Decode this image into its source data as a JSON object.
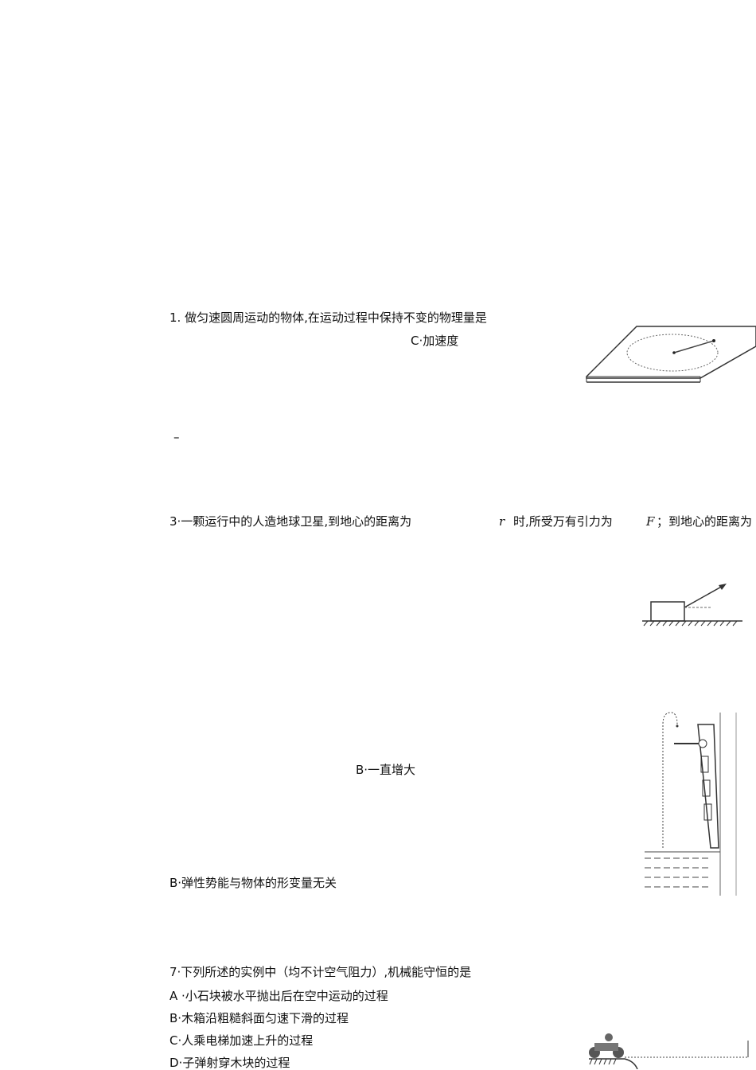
{
  "q1": {
    "text": "1. 做匀速圆周运动的物体,在运动过程中保持不变的物理量是",
    "option_c": "C·加速度"
  },
  "dash": "–",
  "q3": {
    "prefix": "3·一颗运行中的人造地球卫星,到地心的距离为",
    "var_r": "r",
    "mid": "时,所受万有引力为",
    "var_f": "F",
    "suffix": "；到地心的距离为"
  },
  "q_b1": "B·一直增大",
  "q_b2": "B·弹性势能与物体的形变量无关",
  "q7": {
    "text": "7·下列所述的实例中（均不计空气阻力）,机械能守恒的是",
    "options": [
      "A ·小石块被水平抛出后在空中运动的过程",
      "B·木箱沿粗糙斜面匀速下滑的过程",
      "C·人乘电梯加速上升的过程",
      "D·子弹射穿木块的过程"
    ]
  }
}
